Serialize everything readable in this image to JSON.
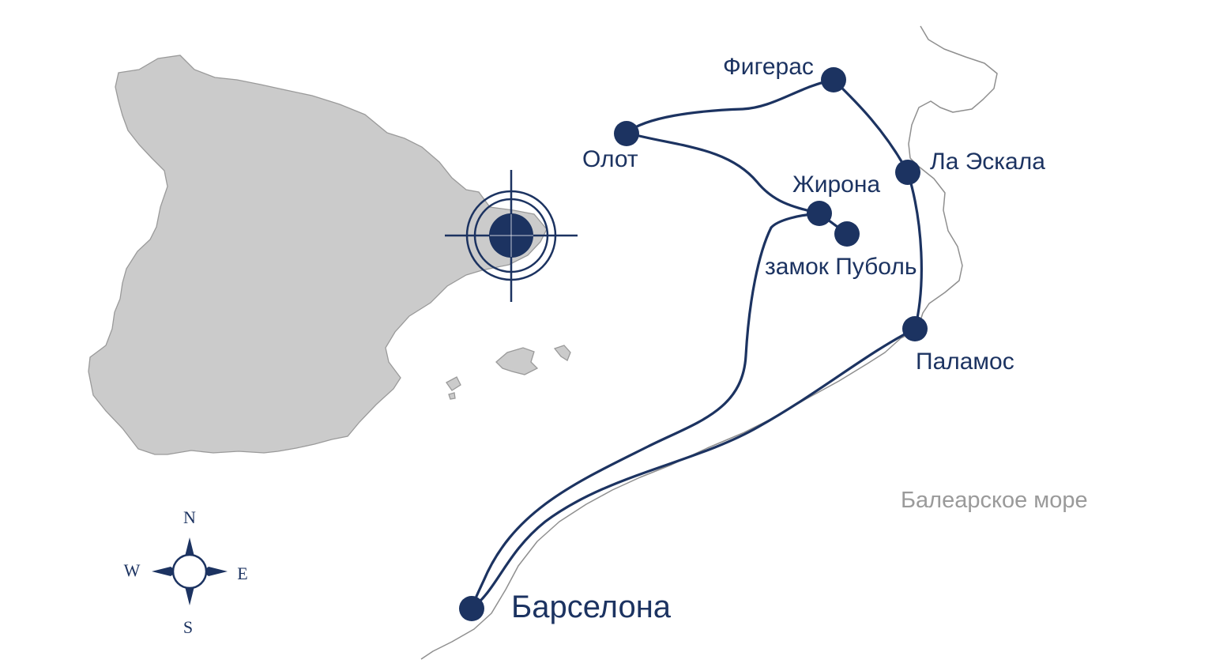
{
  "colors": {
    "route": "#1c3361",
    "land": "#cbcbcb",
    "land_border": "#9a9a9a",
    "coast": "#8f8f8f",
    "label": "#1c3361",
    "sea_label": "#9a9a9a"
  },
  "cities": {
    "figueras": "Фигерас",
    "olot": "Олот",
    "la_escala": "Ла Эскала",
    "girona": "Жирона",
    "pubol": "замок Пуболь",
    "palamos": "Паламос",
    "barcelona": "Барселона"
  },
  "sea": {
    "label": "Балеарское море"
  },
  "compass": {
    "n": "N",
    "e": "E",
    "s": "S",
    "w": "W"
  },
  "icons": {
    "compass": "compass-rose-icon",
    "target": "crosshair-target-icon"
  }
}
